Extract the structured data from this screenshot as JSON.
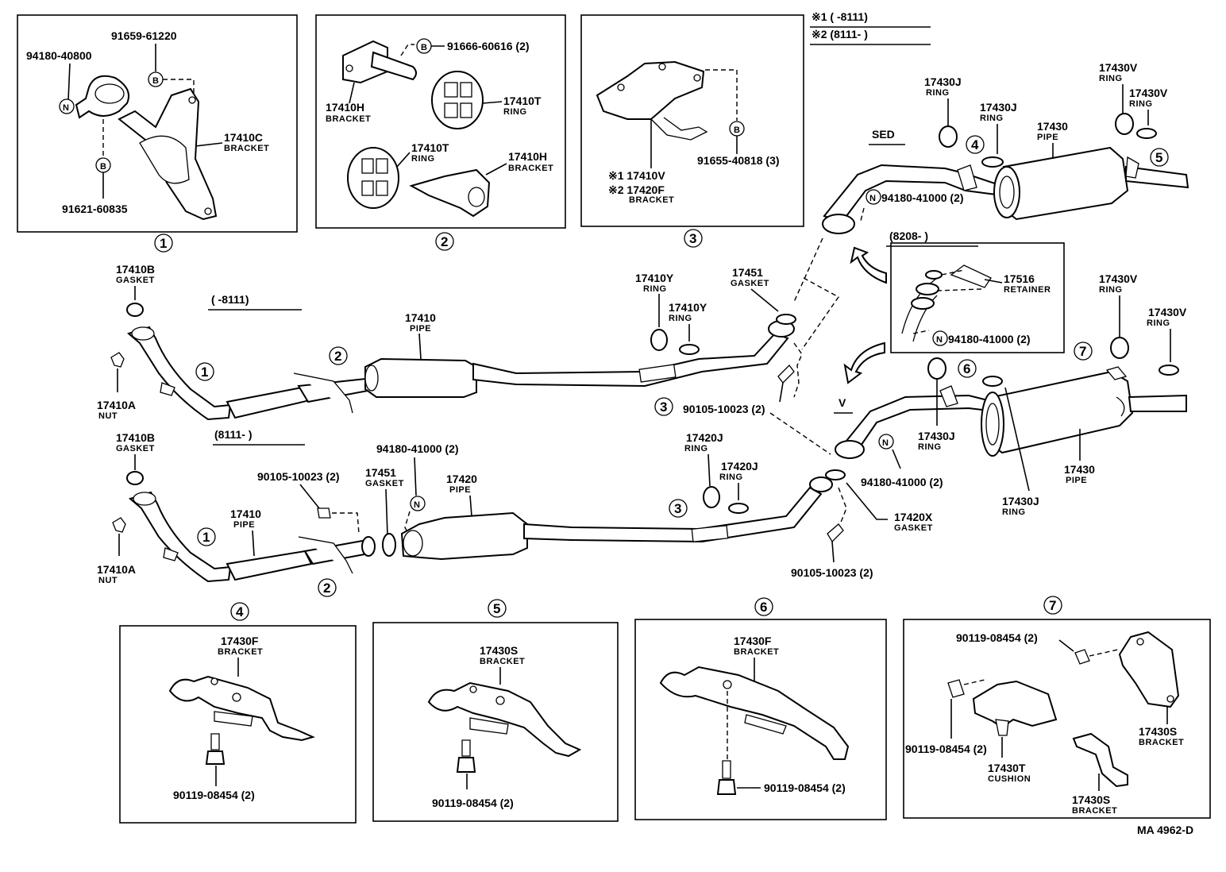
{
  "inset_labels": {
    "i1": {
      "p1": "94180-40800",
      "p2": "91659-61220",
      "p3": "17410C",
      "p3s": "BRACKET",
      "p4": "91621-60835",
      "circ_n": "N",
      "circ_b": "B",
      "circ_b2": "B"
    },
    "i2": {
      "p1": "91666-60616 (2)",
      "p2": "17410H",
      "p2s": "BRACKET",
      "p3": "17410T",
      "p3s": "RING",
      "p4": "17410T",
      "p4s": "RING",
      "p5": "17410H",
      "p5s": "BRACKET",
      "circ_b": "B"
    },
    "i3": {
      "p1": "※1 17410V",
      "p2": "※2 17420F",
      "p2s": "BRACKET",
      "p3": "91655-40818 (3)",
      "circ_b": "B"
    },
    "i4": {
      "p1": "17430F",
      "p1s": "BRACKET",
      "p2": "90119-08454 (2)"
    },
    "i5": {
      "p1": "17430S",
      "p1s": "BRACKET",
      "p2": "90119-08454 (2)"
    },
    "i6": {
      "p1": "17430F",
      "p1s": "BRACKET",
      "p2": "90119-08454 (2)"
    },
    "i7": {
      "p1": "90119-08454 (2)",
      "p2": "90119-08454 (2)",
      "p3": "17430T",
      "p3s": "CUSHION",
      "p4": "17430S",
      "p4s": "BRACKET",
      "p5": "17430S",
      "p5s": "BRACKET"
    }
  },
  "callouts": {
    "c1": "1",
    "c2": "2",
    "c3": "3",
    "c4": "4",
    "c5": "5",
    "c6": "6",
    "c7": "7"
  },
  "legend": {
    "l1": "※1 (      -8111)",
    "l2": "※2 (8111-      )"
  },
  "upper": {
    "range": "(      -8111)",
    "gasket": "17410B",
    "gasket_s": "GASKET",
    "nut": "17410A",
    "nut_s": "NUT",
    "pipe": "17410",
    "pipe_s": "PIPE",
    "ring1": "17410Y",
    "ring1_s": "RING",
    "ring2": "17410Y",
    "ring2_s": "RING",
    "gasket2": "17451",
    "gasket2_s": "GASKET",
    "bolt": "90105-10023 (2)"
  },
  "lower": {
    "range": "(8111-      )",
    "gasket": "17410B",
    "gasket_s": "GASKET",
    "nut": "17410A",
    "nut_s": "NUT",
    "bolt1": "90105-10023 (2)",
    "pipe": "17410",
    "pipe_s": "PIPE",
    "gasket2": "17451",
    "gasket2_s": "GASKET",
    "nutn": "94180-41000 (2)",
    "circ_n": "N",
    "pipe2": "17420",
    "pipe2_s": "PIPE",
    "ring1": "17420J",
    "ring1_s": "RING",
    "ring2": "17420J",
    "ring2_s": "RING",
    "bolt2": "90105-10023 (2)"
  },
  "sed": {
    "tag": "SED",
    "ring_a": "17430J",
    "ring_a_s": "RING",
    "ring_b": "17430J",
    "ring_b_s": "RING",
    "pipe": "17430",
    "pipe_s": "PIPE",
    "ring_c": "17430V",
    "ring_c_s": "RING",
    "ring_d": "17430V",
    "ring_d_s": "RING",
    "nutn": "94180-41000 (2)",
    "circ_n": "N",
    "range": "(8208-      )"
  },
  "detail": {
    "ret": "17516",
    "ret_s": "RETAINER",
    "nutn": "94180-41000 (2)",
    "circ_n": "N"
  },
  "v": {
    "tag": "V",
    "ring_a": "17430V",
    "ring_a_s": "RING",
    "ring_b": "17430V",
    "ring_b_s": "RING",
    "ring_c": "17430J",
    "ring_c_s": "RING",
    "pipe": "17430",
    "pipe_s": "PIPE",
    "ring_d": "17430J",
    "ring_d_s": "RING",
    "nutn": "94180-41000 (2)",
    "circ_n": "N",
    "gasket": "17420X",
    "gasket_s": "GASKET"
  },
  "code": "MA 4962-D"
}
